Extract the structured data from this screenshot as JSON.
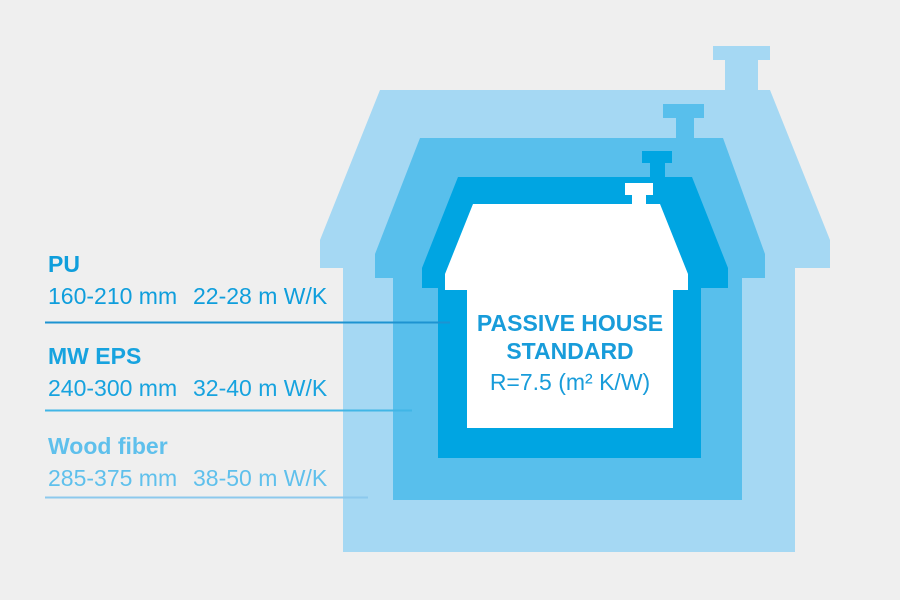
{
  "diagram": {
    "title_hidden": "",
    "center": {
      "title_line1": "PASSIVE HOUSE",
      "title_line2": "STANDARD",
      "r_value": "R=7.5 (m² K/W)"
    },
    "layers": [
      {
        "name": "PU",
        "thickness": "160-210 mm",
        "conductivity": "22-28 m W/K",
        "layer_color": "#00A5E2",
        "label_color": "#0F9EDC",
        "line_color": "#1D93D1"
      },
      {
        "name": "MW EPS",
        "thickness": "240-300 mm",
        "conductivity": "32-40 m W/K",
        "layer_color": "#58BFEC",
        "label_color": "#17A3DF",
        "line_color": "#41B6E6"
      },
      {
        "name": "Wood fiber",
        "thickness": "285-375 mm",
        "conductivity": "38-50 m W/K",
        "layer_color": "#A5D8F3",
        "label_color": "#5FC0EC",
        "line_color": "#8CC9ED"
      }
    ],
    "colors": {
      "background": "#EFEFEF",
      "outer_house": "#A5D8F3",
      "middle_house": "#58BFEC",
      "inner_house": "#00A5E2",
      "center_house": "#FFFFFF",
      "center_text": "#189CDA"
    }
  }
}
